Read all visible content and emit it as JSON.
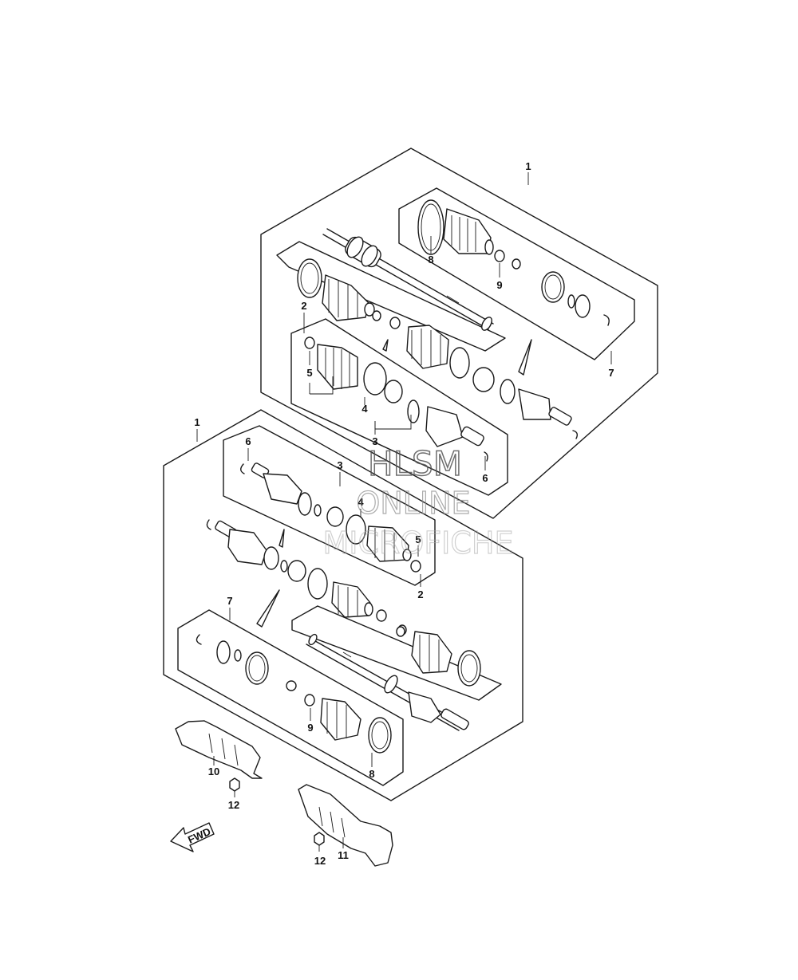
{
  "callouts": {
    "c1_top": "1",
    "c8_top": "8",
    "c9_top": "9",
    "c7_top": "7",
    "c2_top": "2",
    "c5_top": "5",
    "c4_top": "4",
    "c3_top": "3",
    "c6_top": "6",
    "c1_bot": "1",
    "c6_bot": "6",
    "c3_bot": "3",
    "c4_bot": "4",
    "c5_bot": "5",
    "c2_bot": "2",
    "c7_bot": "7",
    "c9_bot": "9",
    "c8_bot": "8",
    "c10": "10",
    "c12a": "12",
    "c11": "11",
    "c12b": "12"
  },
  "watermark": {
    "line1": "HLSM",
    "line2": "ONLINE",
    "line3": "MICROFICHE"
  },
  "fwd": {
    "label": "FWD"
  }
}
